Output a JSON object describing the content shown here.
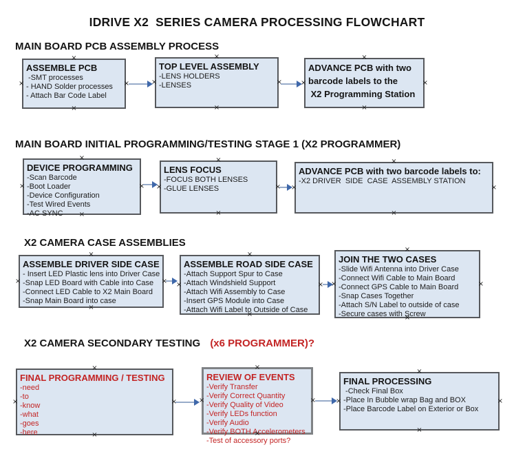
{
  "title": "IDRIVE X2  SERIES CAMERA PROCESSING FLOWCHART",
  "handle_glyph": "×",
  "colors": {
    "box_fill": "#dce6f2",
    "box_border": "#56585c",
    "red": "#c32424",
    "arrow_line": "#97abc9",
    "arrow_head": "#3f68aa"
  },
  "sections": [
    {
      "heading": "MAIN BOARD PCB ASSEMBLY PROCESS"
    },
    {
      "heading": "MAIN BOARD INITIAL PROGRAMMING/TESTING STAGE 1 (X2 PROGRAMMER)"
    },
    {
      "heading": "X2 CAMERA CASE ASSEMBLIES"
    },
    {
      "heading": "X2 CAMERA SECONDARY TESTING ",
      "heading_accent": "(x6 PROGRAMMER)?"
    }
  ],
  "boxes": {
    "assemble_pcb": {
      "title": "ASSEMBLE PCB",
      "items": [
        " -SMT processes",
        "- HAND Solder processes",
        "- Attach Bar Code Label"
      ]
    },
    "top_level_assembly": {
      "title": "TOP LEVEL ASSEMBLY",
      "items": [
        "-LENS HOLDERS",
        "-LENSES"
      ]
    },
    "advance_to_programming": {
      "title": "ADVANCE PCB with two",
      "items": [
        "barcode labels to the",
        " X2 Programming Station"
      ]
    },
    "device_programming": {
      "title": "DEVICE PROGRAMMING",
      "items": [
        "-Scan Barcode",
        "-Boot Loader",
        "-Device Configuration",
        "-Test Wired Events",
        "-AC SYNC"
      ]
    },
    "lens_focus": {
      "title": "LENS FOCUS",
      "items": [
        "-FOCUS BOTH LENSES",
        "-GLUE LENSES"
      ]
    },
    "advance_to_case_assembly": {
      "title": "ADVANCE PCB with two barcode labels to:",
      "items": [
        "-X2 DRIVER  SIDE  CASE  ASSEMBLY STATION"
      ]
    },
    "assemble_driver_side_case": {
      "title": "ASSEMBLE DRIVER SIDE CASE",
      "items": [
        "- Insert LED Plastic lens into Driver Case",
        "-Snap LED Board with Cable into Case",
        "-Connect LED Cable to X2 Main Board",
        "-Snap Main Board into case"
      ]
    },
    "assemble_road_side_case": {
      "title": "ASSEMBLE ROAD SIDE CASE",
      "items": [
        "-Attach Support Spur to Case",
        "-Attach Windshield Support",
        "-Attach Wifi Assembly to Case",
        "-Insert GPS Module into Case",
        "-Attach Wifi Label to Outside of Case"
      ]
    },
    "join_the_two_cases": {
      "title": "JOIN THE TWO CASES",
      "items": [
        "-Slide Wifi Antenna into Driver Case",
        "-Connect Wifi Cable to Main Board",
        "-Connect GPS Cable to Main Board",
        "-Snap Cases Together",
        "-Attach S/N Label to outside of case",
        "-Secure cases with Screw"
      ]
    },
    "final_programming_testing": {
      "title": "FINAL PROGRAMMING / TESTING",
      "items": [
        "-need",
        "-to",
        "-know",
        "-what",
        "-goes",
        "-here"
      ]
    },
    "review_of_events": {
      "title": "REVIEW OF EVENTS",
      "items": [
        "-Verify Transfer",
        "-Verify Correct Quantity",
        "-Verify Quality of Video",
        "-Verify LEDs function",
        "-Verify Audio",
        "-Verify BOTH Accelerometers",
        "-Test of accessory ports?"
      ]
    },
    "final_processing": {
      "title": "FINAL PROCESSING",
      "items": [
        " -Check Final Box",
        "-Place In Bubble wrap Bag and BOX",
        "-Place Barcode Label on Exterior or Box"
      ]
    }
  }
}
